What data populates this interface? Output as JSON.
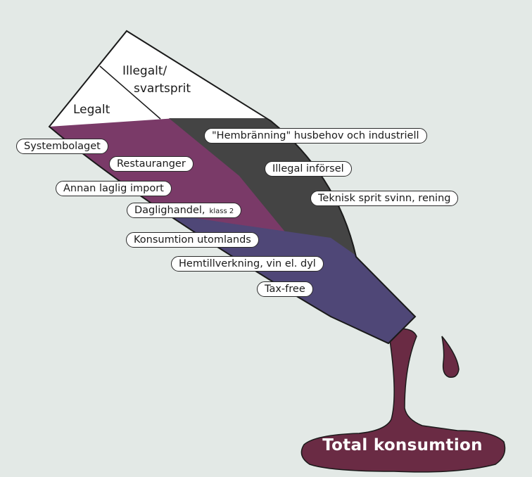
{
  "colors": {
    "background": "#e3e9e6",
    "legal": "#7a3a68",
    "illegal": "#444444",
    "consumption_abroad": "#4f4777",
    "spill": "#6a2b44",
    "bottle_top": "#ffffff",
    "outline": "#1a1a1a"
  },
  "bottle": {
    "legal_label": "Legalt",
    "illegal_label_line1": "Illegalt/",
    "illegal_label_line2": "svartsprit"
  },
  "labels": {
    "systembolaget": "Systembolaget",
    "restauranger": "Restauranger",
    "annan_laglig_import": "Annan laglig import",
    "daglighandel": "Daglighandel,",
    "daglighandel_note": "klass 2",
    "hembranning": "\"Hembränning\" husbehov och industriell",
    "illegal_inforsel": "Illegal införsel",
    "teknisk_sprit": "Teknisk sprit svinn, rening",
    "konsumtion_utomlands": "Konsumtion utomlands",
    "hemtillverkning": "Hemtillverkning, vin el. dyl",
    "tax_free": "Tax-free"
  },
  "total": "Total konsumtion"
}
